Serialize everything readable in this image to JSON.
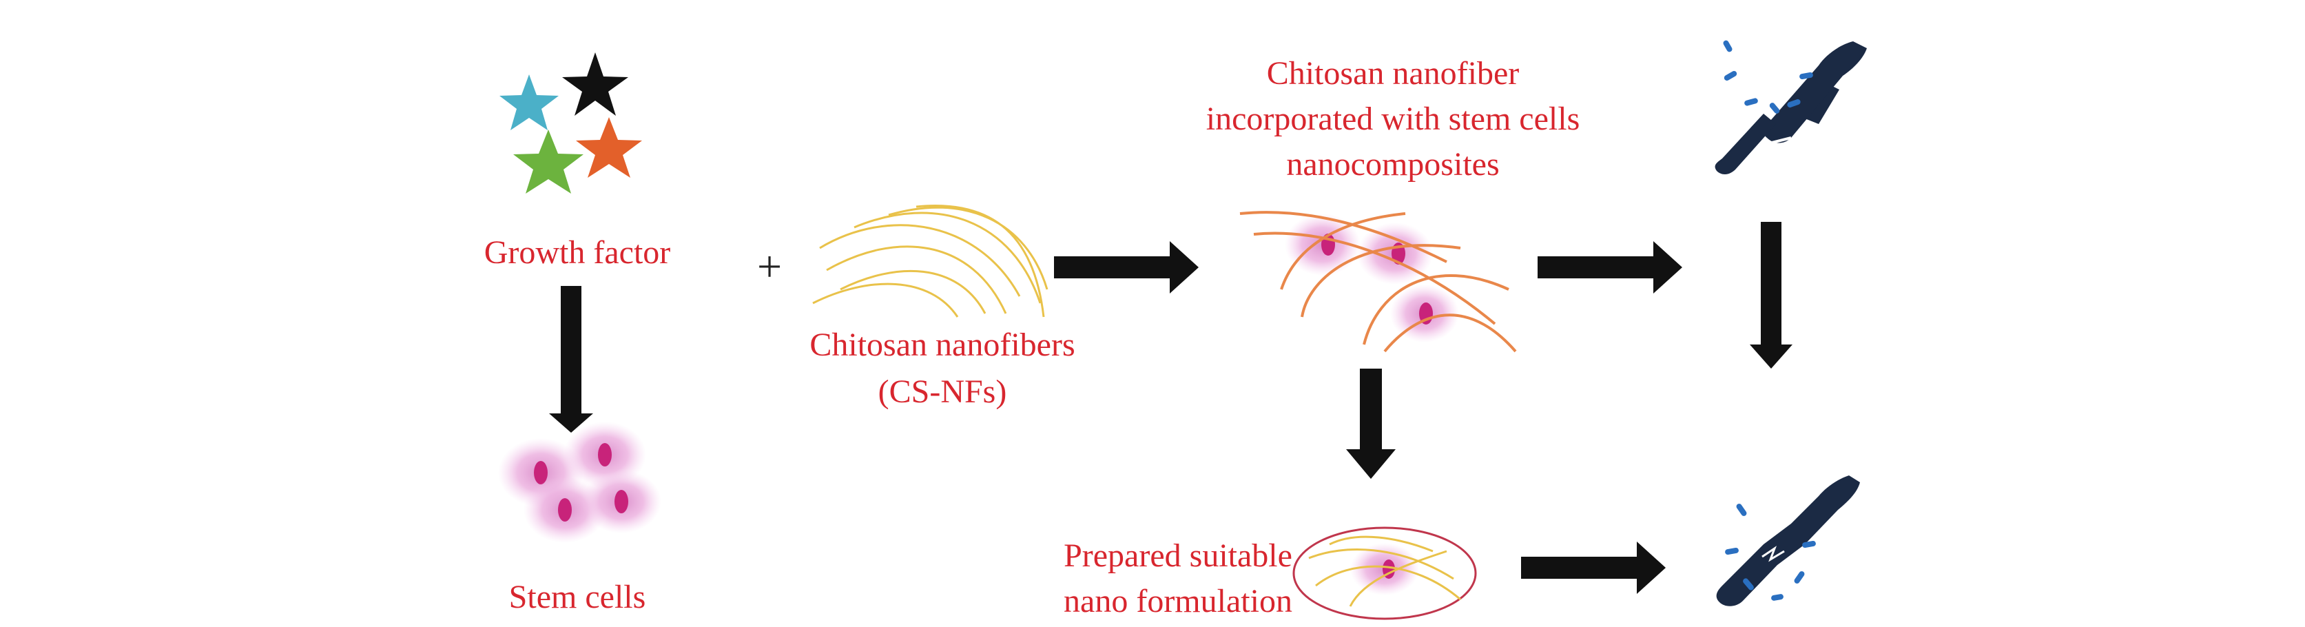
{
  "labels": {
    "growth_factor": "Growth factor",
    "plus": "+",
    "chitosan_nanofibers": {
      "line1": "Chitosan nanofibers",
      "line2": "(CS-NFs)"
    },
    "stem_cells": "Stem cells",
    "nanocomposite": {
      "line1": "Chitosan nanofiber",
      "line2": "incorporated with stem cells",
      "line3": "nanocomposites"
    },
    "nano_formulation": {
      "line1": "Prepared suitable",
      "line2": "nano formulation"
    }
  },
  "colors": {
    "label_text": "#d8262e",
    "arrow": "#111111",
    "star_cyan": "#4bb0c8",
    "star_black": "#111111",
    "star_green": "#6cb33e",
    "star_orange": "#e3602a",
    "fiber_yellow": "#e9c24a",
    "fiber_orange": "#e9874a",
    "cell_pink": "#e9a6d6",
    "nucleus": "#c8237a",
    "bone_dark": "#1b2a44",
    "spark_blue": "#2a6fc0",
    "ellipse_border": "#c0364c"
  },
  "icons": [
    "star-icon",
    "stem-cell-icon",
    "nanofiber-icon",
    "fractured-bone-icon",
    "healing-bone-icon",
    "arrow-icon"
  ]
}
